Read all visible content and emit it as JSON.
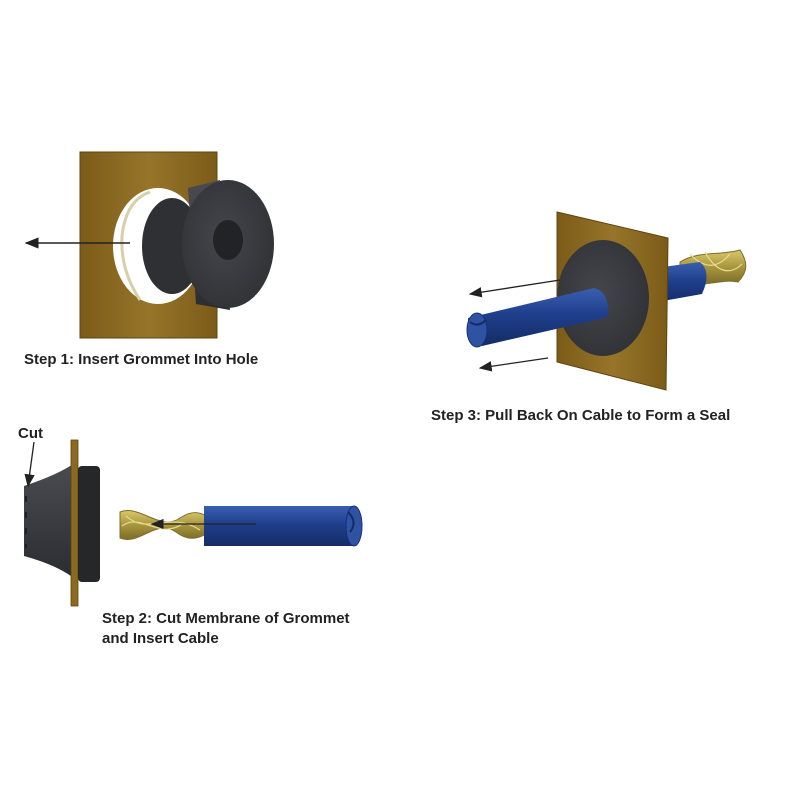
{
  "steps": {
    "step1": "Step 1: Insert Grommet Into Hole",
    "step2_line1": "Step 2: Cut Membrane of Grommet",
    "step2_line2": "and Insert Cable",
    "step3": "Step 3: Pull Back On Cable to Form a Seal"
  },
  "labels": {
    "cut": "Cut"
  },
  "colors": {
    "panel": "#8a6a20",
    "grommet": "#3c3e44",
    "cable": "#1f3f8c",
    "wire": "#b0a048",
    "text": "#222222"
  }
}
